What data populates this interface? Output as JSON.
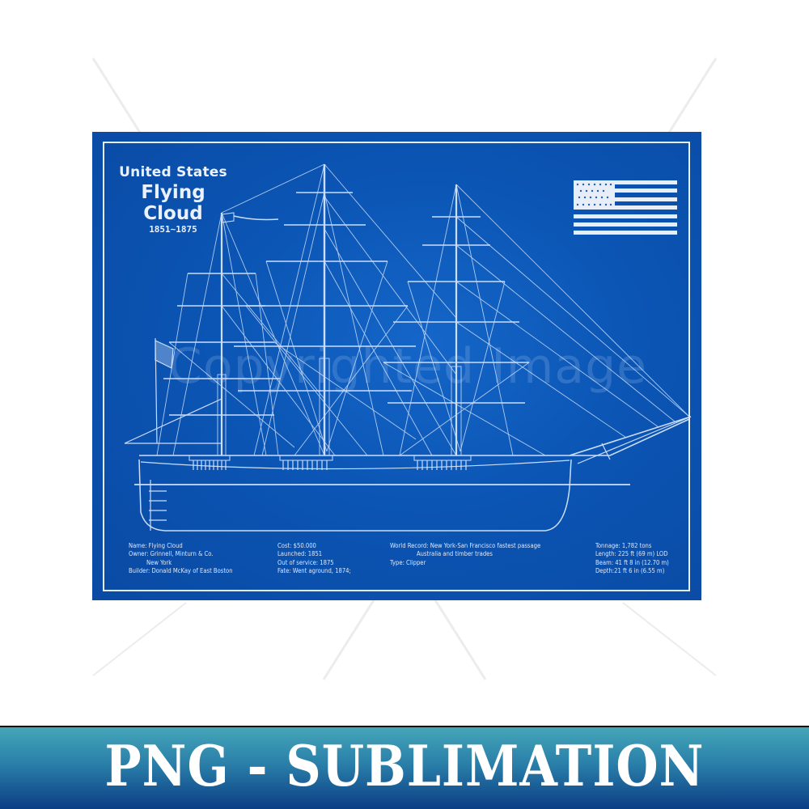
{
  "poster": {
    "country": "United States",
    "ship_name": "Flying Cloud",
    "years": "1851~1875"
  },
  "watermark": "Copyrighted Image",
  "specs": {
    "col1": [
      "Name: Flying Cloud",
      "Owner: Grinnell, Minturn & Co.",
      "New York",
      "Builder: Donald McKay of East Boston"
    ],
    "col2": [
      "Cost: $50.000",
      "Launched: 1851",
      "Out of service: 1875",
      "Fate: Went aground, 1874;"
    ],
    "col3": [
      "World Record: New York-San Francisco fastest passage",
      "Australia and timber trades",
      "Type: Clipper"
    ],
    "col4": [
      "Tonnage: 1,782 tons",
      "Length: 225 ft (69 m) LOD",
      "Beam: 41 ft 8 in (12.70 m)",
      "Depth:21 ft 6 in (6.55 m)"
    ]
  },
  "flag": {
    "icon": "us-flag-icon",
    "stripes": 7,
    "star_rows": 4
  },
  "banner": {
    "label": "PNG - SUBLIMATION"
  },
  "colors": {
    "blueprint": "#0b55b4",
    "line": "#e6f0ff",
    "banner_top": "#44a6b9",
    "banner_bottom": "#0b3d85"
  }
}
